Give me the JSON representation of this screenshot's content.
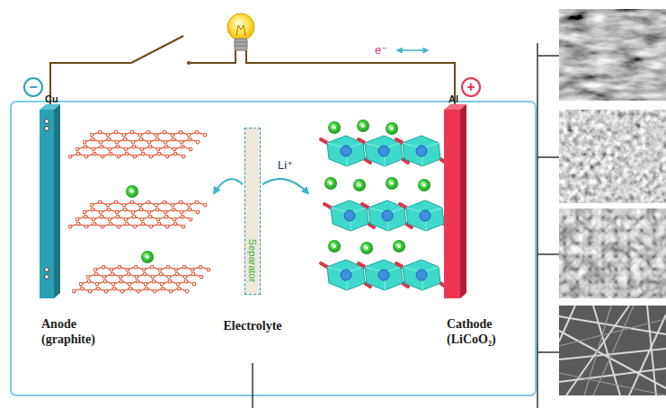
{
  "diagram": {
    "nodes": [
      {
        "text": [
          "Cu",
          "Anode (graphite)"
        ]
      },
      {
        "text": [
          "Separator"
        ]
      },
      {
        "text": [
          "Al",
          "Cathode (LiCoO₂)"
        ]
      }
    ],
    "edges": [
      {
        "from": 1,
        "to": 0,
        "arrow": "to"
      },
      {
        "from": 1,
        "to": 2,
        "arrow": "to",
        "label": "Li⁺"
      }
    ],
    "labels": [
      "−",
      "+",
      "e⁻",
      "Electrolyte"
    ]
  }
}
